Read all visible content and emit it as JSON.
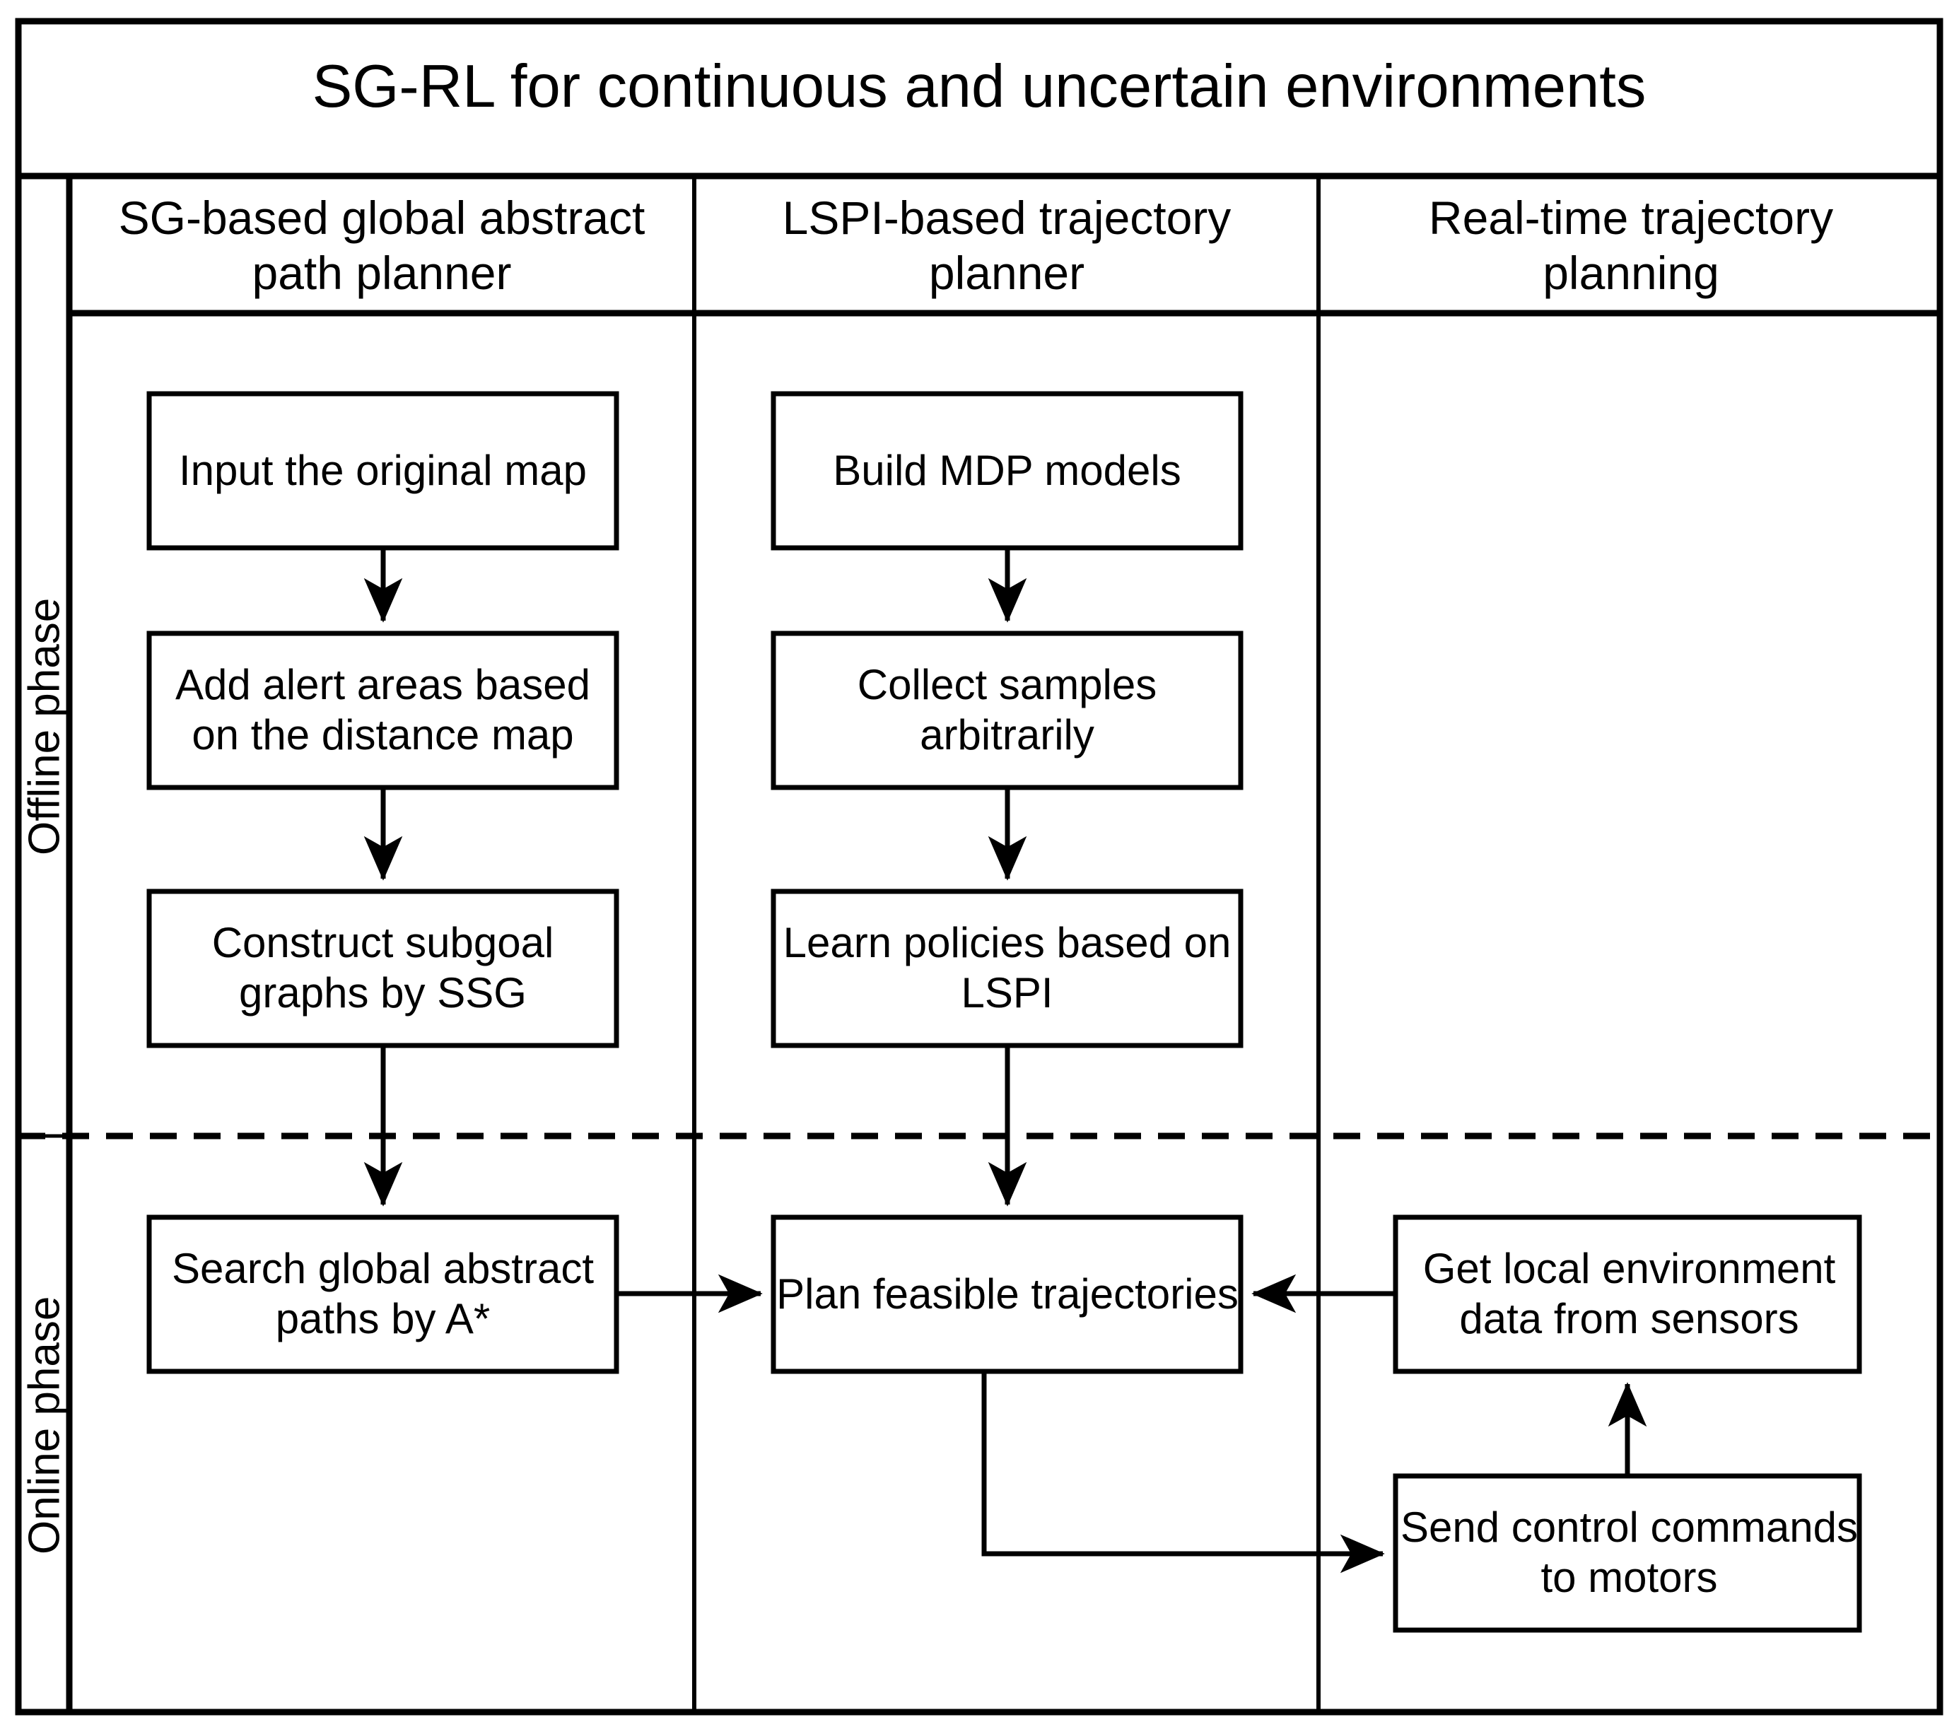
{
  "diagram": {
    "title": "SG-RL for continuous and uncertain environments",
    "type": "flowchart",
    "columns": [
      {
        "id": "sg-planner",
        "label": "SG-based global abstract\npath planner"
      },
      {
        "id": "lspi-planner",
        "label": "LSPI-based trajectory\nplanner"
      },
      {
        "id": "realtime",
        "label": "Real-time trajectory\nplanning"
      }
    ],
    "phases": [
      {
        "id": "offline",
        "label": "Offline phase"
      },
      {
        "id": "online",
        "label": "Online phase"
      }
    ],
    "nodes": [
      {
        "id": "input-map",
        "column": "sg-planner",
        "phase": "offline",
        "label": "Input the original map"
      },
      {
        "id": "alert-areas",
        "column": "sg-planner",
        "phase": "offline",
        "label": "Add alert areas based\non the distance map"
      },
      {
        "id": "subgoal-graphs",
        "column": "sg-planner",
        "phase": "offline",
        "label": "Construct subgoal\ngraphs by SSG"
      },
      {
        "id": "search-paths",
        "column": "sg-planner",
        "phase": "online",
        "label": "Search global abstract\npaths by A*"
      },
      {
        "id": "build-mdp",
        "column": "lspi-planner",
        "phase": "offline",
        "label": "Build MDP models"
      },
      {
        "id": "collect-samples",
        "column": "lspi-planner",
        "phase": "offline",
        "label": "Collect samples\narbitrarily"
      },
      {
        "id": "learn-policies",
        "column": "lspi-planner",
        "phase": "offline",
        "label": "Learn policies based on\nLSPI"
      },
      {
        "id": "plan-traj",
        "column": "lspi-planner",
        "phase": "online",
        "label": "Plan feasible trajectories"
      },
      {
        "id": "get-sensor",
        "column": "realtime",
        "phase": "online",
        "label": "Get local environment\ndata from sensors"
      },
      {
        "id": "send-motors",
        "column": "realtime",
        "phase": "online",
        "label": "Send control commands\nto motors"
      }
    ],
    "edges": [
      {
        "from": "input-map",
        "to": "alert-areas",
        "style": "solid",
        "direction": "down"
      },
      {
        "from": "alert-areas",
        "to": "subgoal-graphs",
        "style": "solid",
        "direction": "down"
      },
      {
        "from": "subgoal-graphs",
        "to": "search-paths",
        "style": "solid",
        "direction": "down"
      },
      {
        "from": "build-mdp",
        "to": "collect-samples",
        "style": "solid",
        "direction": "down"
      },
      {
        "from": "collect-samples",
        "to": "learn-policies",
        "style": "solid",
        "direction": "down"
      },
      {
        "from": "learn-policies",
        "to": "plan-traj",
        "style": "solid",
        "direction": "down"
      },
      {
        "from": "search-paths",
        "to": "plan-traj",
        "style": "solid",
        "direction": "right"
      },
      {
        "from": "get-sensor",
        "to": "plan-traj",
        "style": "solid",
        "direction": "left"
      },
      {
        "from": "plan-traj",
        "to": "send-motors",
        "style": "solid",
        "direction": "down-right"
      },
      {
        "from": "send-motors",
        "to": "get-sensor",
        "style": "solid",
        "direction": "up"
      }
    ],
    "separator": {
      "id": "phase-divider",
      "style": "dashed",
      "between": [
        "offline",
        "online"
      ]
    },
    "colors": {
      "line": "#000000",
      "background": "#ffffff",
      "text": "#000000"
    }
  }
}
